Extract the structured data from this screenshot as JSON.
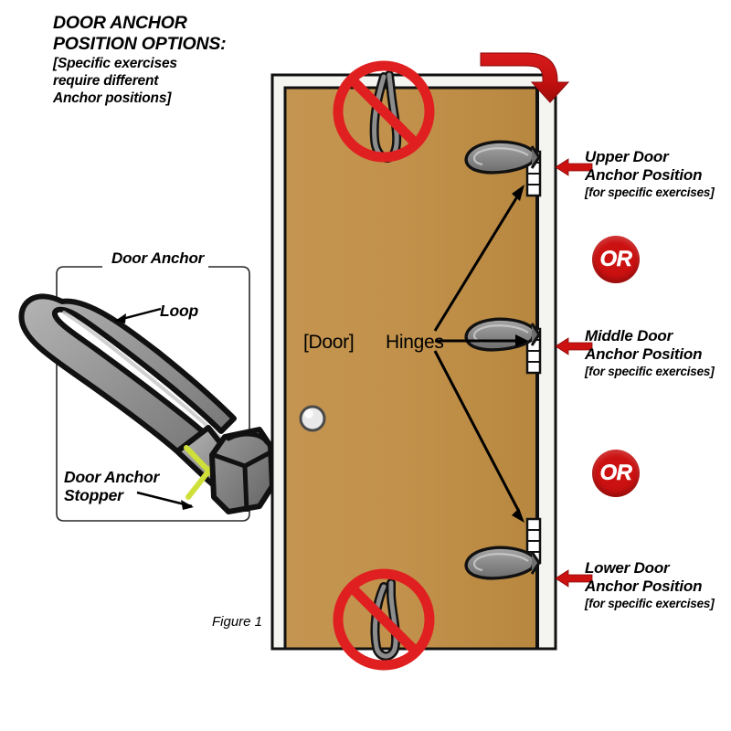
{
  "heading": {
    "line1": "DOOR ANCHOR",
    "line2": "POSITION OPTIONS:",
    "line3": "[Specific exercises",
    "line4": "require different",
    "line5": "Anchor positions]"
  },
  "anchor_inset": {
    "title": "Door Anchor",
    "loop_label": "Loop",
    "stopper_label_line1": "Door Anchor",
    "stopper_label_line2": "Stopper",
    "strap_color": "#8a8a8a",
    "strap_outline": "#111111",
    "stopper_color": "#7d7d7d",
    "stitch_color": "#cfe03a"
  },
  "door": {
    "door_label": "[Door]",
    "hinges_label": "Hinges",
    "figure_caption": "Figure 1",
    "door_color": "#c2924c",
    "frame_color": "#f2f2ee",
    "outline_color": "#111111",
    "knob_color": "#e9e9e9",
    "hinge_color": "#ffffff",
    "anchor_color": "#8d8d8d"
  },
  "callouts": [
    {
      "id": "upper",
      "line1": "Upper Door",
      "line2": "Anchor Position",
      "line3": "[for specific exercises]"
    },
    {
      "id": "middle",
      "line1": "Middle Door",
      "line2": "Anchor Position",
      "line3": "[for specific exercises]"
    },
    {
      "id": "lower",
      "line1": "Lower Door",
      "line2": "Anchor Position",
      "line3": "[for specific exercises]"
    }
  ],
  "or_badges": [
    {
      "label": "OR"
    },
    {
      "label": "OR"
    }
  ],
  "colors": {
    "red_arrow": "#cc1111",
    "red_arrow_dark": "#a00d0d",
    "prohibition_red": "#e02020",
    "text": "#000000",
    "background": "#ffffff"
  },
  "prohibitions": [
    {
      "id": "top-prohibited-anchor"
    },
    {
      "id": "bottom-prohibited-anchor"
    }
  ]
}
